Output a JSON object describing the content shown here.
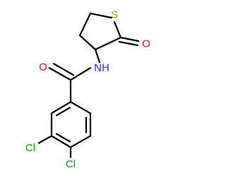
{
  "molecule": {
    "atoms": {
      "sulfur": {
        "symbol": "S",
        "color": "#b8a200"
      },
      "ring_oxygen": {
        "symbol": "O",
        "color": "#ff0000"
      },
      "amide_oxygen": {
        "symbol": "O",
        "color": "#ff0000"
      },
      "amide_nitrogen": {
        "symbol": "NH",
        "color": "#2020ff"
      },
      "chlorine_3": {
        "symbol": "Cl",
        "color": "#00a000"
      },
      "chlorine_4": {
        "symbol": "Cl",
        "color": "#00a000"
      }
    },
    "bond_color": "#000000"
  }
}
